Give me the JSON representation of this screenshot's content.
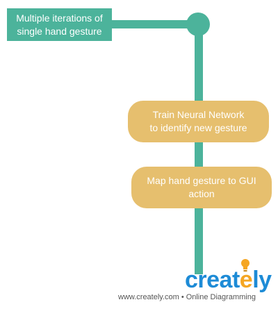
{
  "colors": {
    "teal": "#4cb39b",
    "gold": "#e6bf6e",
    "brand_blue": "#1d8bd6",
    "brand_orange": "#f5a623"
  },
  "nodes": {
    "start": "Multiple iterations of\nsingle hand gesture",
    "train": "Train Neural Network\nto identify new gesture",
    "map": "Map hand gesture to GUI\naction"
  },
  "brand": {
    "word_main": "creat",
    "word_tail": "ly",
    "word_e": "e",
    "icon": "lightbulb-icon",
    "footer_site": "www.creately.com",
    "footer_sep": "•",
    "footer_tag": "Online Diagramming"
  }
}
